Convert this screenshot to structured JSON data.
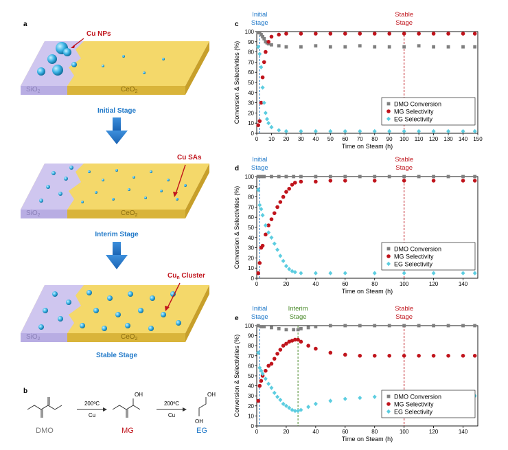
{
  "panels": {
    "a": {
      "label": "a",
      "annotations": {
        "nps": "Cu NPs",
        "sas": "Cu SAs",
        "cluster": "Cu",
        "cluster_sub": "n",
        "cluster_tail": " Cluster"
      },
      "stages": [
        "Initial Stage",
        "Interim Stage",
        "Stable Stage"
      ],
      "support_left": {
        "main": "SiO",
        "sub": "2"
      },
      "support_right": {
        "main": "CeO",
        "sub": "2"
      }
    },
    "b": {
      "label": "b",
      "compounds": [
        {
          "name": "DMO",
          "color": "#777777"
        },
        {
          "name": "MG",
          "color": "#c0141c"
        },
        {
          "name": "EG",
          "color": "#1f78c8"
        }
      ],
      "conditions": [
        {
          "top": "200ºC",
          "bottom": "Cu"
        },
        {
          "top": "200ºC",
          "bottom": "Cu"
        }
      ],
      "atoms": {
        "oh": "OH"
      }
    }
  },
  "colors": {
    "dmo": "#808080",
    "mg": "#c0141c",
    "eg": "#5ccde0",
    "initial": "#1f78c8",
    "stable": "#c0141c",
    "interim": "#4a8a2a"
  },
  "chart_data": [
    {
      "panel": "c",
      "type": "scatter",
      "xlabel": "Time on Steam (h)",
      "ylabel": "Conversion & Selectivities (%)",
      "xlim": [
        0,
        150
      ],
      "ylim": [
        0,
        100
      ],
      "xticks": [
        0,
        10,
        20,
        30,
        40,
        50,
        60,
        70,
        80,
        90,
        100,
        110,
        120,
        130,
        140,
        150
      ],
      "yticks": [
        0,
        10,
        20,
        30,
        40,
        50,
        60,
        70,
        80,
        90,
        100
      ],
      "legend": [
        "DMO Conversion",
        "MG Selectivity",
        "EG Selectivity"
      ],
      "legend_position": "bottom-right",
      "stage_lines": [
        {
          "x": 2,
          "label1": "Initial",
          "label2": "Stage",
          "color": "initial"
        },
        {
          "x": 100,
          "label1": "Stable",
          "label2": "Stage",
          "color": "stable"
        }
      ],
      "series": [
        {
          "key": "dmo",
          "marker": "square",
          "x": [
            1,
            2,
            3,
            4,
            5,
            6,
            7,
            8,
            10,
            15,
            20,
            30,
            40,
            50,
            60,
            70,
            80,
            90,
            100,
            110,
            120,
            130,
            140,
            148
          ],
          "y": [
            99,
            99,
            97,
            95,
            93,
            90,
            89,
            88,
            87,
            86,
            85,
            85,
            86,
            85,
            85,
            86,
            85,
            85,
            85,
            86,
            85,
            85,
            85,
            85
          ]
        },
        {
          "key": "mg",
          "marker": "circle",
          "x": [
            1,
            2,
            3,
            4,
            5,
            6,
            8,
            10,
            15,
            20,
            30,
            40,
            50,
            60,
            70,
            80,
            90,
            100,
            110,
            120,
            130,
            140,
            148
          ],
          "y": [
            8,
            12,
            30,
            55,
            70,
            80,
            90,
            95,
            97,
            98,
            98,
            98,
            98,
            98,
            98,
            98,
            98,
            98,
            98,
            98,
            98,
            98,
            98
          ]
        },
        {
          "key": "eg",
          "marker": "diamond",
          "x": [
            1,
            2,
            3,
            4,
            5,
            6,
            7,
            8,
            10,
            15,
            20,
            30,
            40,
            50,
            60,
            70,
            80,
            90,
            100,
            110,
            120,
            130,
            140,
            148
          ],
          "y": [
            85,
            78,
            65,
            45,
            30,
            20,
            14,
            10,
            6,
            3,
            2,
            2,
            2,
            2,
            2,
            2,
            2,
            2,
            2,
            2,
            2,
            2,
            2,
            2
          ]
        }
      ]
    },
    {
      "panel": "d",
      "type": "scatter",
      "xlabel": "Time on Steam (h)",
      "ylabel": "Conversion & Selectivities (%)",
      "xlim": [
        0,
        150
      ],
      "ylim": [
        0,
        100
      ],
      "xticks": [
        0,
        20,
        40,
        60,
        80,
        100,
        120,
        140
      ],
      "yticks": [
        0,
        10,
        20,
        30,
        40,
        50,
        60,
        70,
        80,
        90,
        100
      ],
      "legend": [
        "DMO Conversion",
        "MG Selectivity",
        "EG Selectivity"
      ],
      "legend_position": "bottom-right",
      "stage_lines": [
        {
          "x": 2,
          "label1": "Initial",
          "label2": "Stage",
          "color": "initial"
        },
        {
          "x": 100,
          "label1": "Stable",
          "label2": "Stage",
          "color": "stable"
        }
      ],
      "series": [
        {
          "key": "dmo",
          "marker": "square",
          "x": [
            1,
            3,
            5,
            10,
            15,
            20,
            25,
            30,
            40,
            50,
            60,
            70,
            80,
            90,
            100,
            110,
            120,
            130,
            140,
            148
          ],
          "y": [
            100,
            100,
            100,
            100,
            100,
            100,
            100,
            100,
            100,
            100,
            100,
            100,
            100,
            100,
            100,
            100,
            100,
            100,
            100,
            100
          ]
        },
        {
          "key": "mg",
          "marker": "circle",
          "x": [
            1,
            2,
            3,
            4,
            6,
            8,
            10,
            12,
            14,
            16,
            18,
            20,
            22,
            24,
            26,
            30,
            40,
            50,
            60,
            80,
            100,
            120,
            140,
            148
          ],
          "y": [
            5,
            15,
            30,
            32,
            43,
            52,
            58,
            64,
            70,
            75,
            80,
            85,
            88,
            92,
            94,
            95,
            95,
            96,
            96,
            96,
            96,
            96,
            96,
            96
          ]
        },
        {
          "key": "eg",
          "marker": "diamond",
          "x": [
            1,
            2,
            3,
            4,
            6,
            8,
            10,
            12,
            14,
            16,
            18,
            20,
            22,
            24,
            26,
            30,
            40,
            50,
            60,
            80,
            100,
            120,
            140,
            148
          ],
          "y": [
            87,
            72,
            68,
            62,
            52,
            45,
            40,
            34,
            28,
            22,
            17,
            12,
            9,
            7,
            6,
            5,
            5,
            5,
            5,
            5,
            5,
            5,
            5,
            5
          ]
        }
      ]
    },
    {
      "panel": "e",
      "type": "scatter",
      "xlabel": "Time on Steam (h)",
      "ylabel": "Conversion & Selectivities (%)",
      "xlim": [
        0,
        150
      ],
      "ylim": [
        0,
        100
      ],
      "xticks": [
        0,
        20,
        40,
        60,
        80,
        100,
        120,
        140
      ],
      "yticks": [
        0,
        10,
        20,
        30,
        40,
        50,
        60,
        70,
        80,
        90,
        100
      ],
      "legend": [
        "DMO Conversion",
        "MG Selectivity",
        "EG Selectivity"
      ],
      "legend_position": "bottom-right",
      "stage_lines": [
        {
          "x": 2,
          "label1": "Initial",
          "label2": "Stage",
          "color": "initial"
        },
        {
          "x": 28,
          "label1": "Interim",
          "label2": "Stage",
          "color": "interim"
        },
        {
          "x": 100,
          "label1": "Stable",
          "label2": "Stage",
          "color": "stable"
        }
      ],
      "series": [
        {
          "key": "dmo",
          "marker": "square",
          "x": [
            1,
            3,
            5,
            10,
            15,
            20,
            25,
            28,
            30,
            35,
            40,
            50,
            60,
            70,
            80,
            90,
            100,
            110,
            120,
            130,
            140,
            148
          ],
          "y": [
            100,
            99,
            99,
            98,
            97,
            96,
            96,
            96,
            97,
            98,
            99,
            100,
            100,
            100,
            100,
            100,
            100,
            100,
            100,
            100,
            100,
            100
          ]
        },
        {
          "key": "mg",
          "marker": "circle",
          "x": [
            1,
            2,
            3,
            4,
            6,
            8,
            10,
            12,
            14,
            16,
            18,
            20,
            22,
            24,
            26,
            28,
            30,
            35,
            40,
            50,
            60,
            70,
            80,
            90,
            100,
            110,
            120,
            130,
            140,
            148
          ],
          "y": [
            25,
            40,
            45,
            50,
            55,
            60,
            62,
            67,
            72,
            76,
            80,
            82,
            84,
            85,
            86,
            86,
            84,
            80,
            77,
            73,
            71,
            70,
            70,
            70,
            70,
            70,
            70,
            70,
            70,
            70
          ]
        },
        {
          "key": "eg",
          "marker": "diamond",
          "x": [
            1,
            2,
            3,
            4,
            6,
            8,
            10,
            12,
            14,
            16,
            18,
            20,
            22,
            24,
            26,
            28,
            30,
            35,
            40,
            50,
            60,
            70,
            80,
            90,
            100,
            110,
            120,
            130,
            140,
            148
          ],
          "y": [
            73,
            58,
            55,
            52,
            47,
            42,
            38,
            33,
            29,
            26,
            22,
            20,
            18,
            16,
            15,
            15,
            16,
            19,
            22,
            25,
            27,
            28,
            29,
            29,
            29,
            29,
            29,
            29,
            29,
            30
          ]
        }
      ]
    }
  ]
}
